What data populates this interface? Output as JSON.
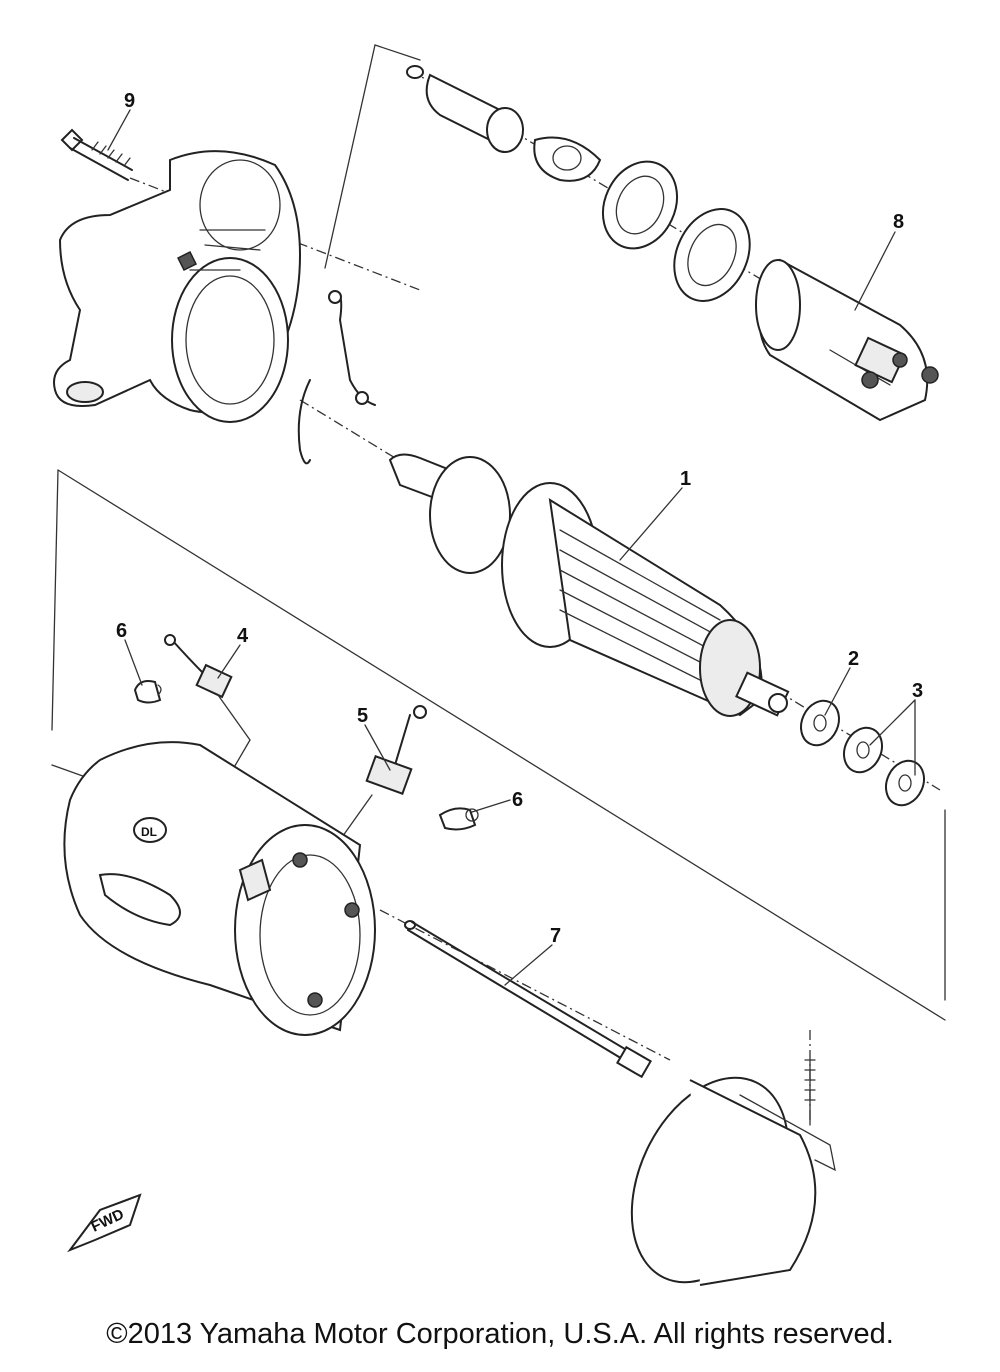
{
  "callouts": {
    "c1": "1",
    "c2": "2",
    "c3": "3",
    "c4": "4",
    "c5": "5",
    "c6a": "6",
    "c6b": "6",
    "c7": "7",
    "c8": "8",
    "c9": "9"
  },
  "fwd_label": "FWD",
  "end_cap_mark": "DL",
  "copyright": "©2013 Yamaha Motor Corporation, U.S.A. All rights reserved."
}
